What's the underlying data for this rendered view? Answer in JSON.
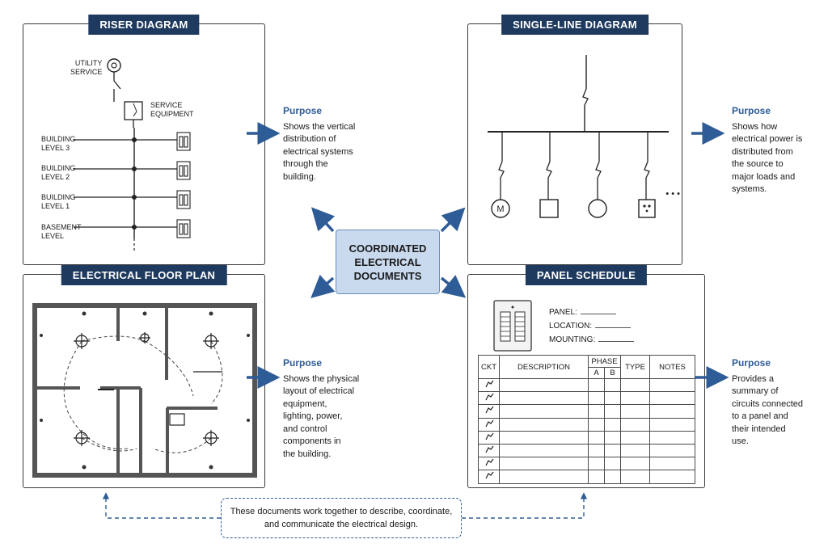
{
  "center": {
    "line1": "COORDINATED",
    "line2": "ELECTRICAL",
    "line3": "DOCUMENTS"
  },
  "riser": {
    "title": "RISER DIAGRAM",
    "utility": [
      "UTILITY",
      "SERVICE"
    ],
    "service_equipment": [
      "SERVICE",
      "EQUIPMENT"
    ],
    "levels": [
      [
        "BUILDING",
        "LEVEL 3"
      ],
      [
        "BUILDING",
        "LEVEL 2"
      ],
      [
        "BUILDING",
        "LEVEL 1"
      ],
      [
        "BASEMENT",
        "LEVEL"
      ]
    ],
    "purpose_heading": "Purpose",
    "purpose_lines": [
      "Shows the vertical",
      "distribution of",
      "electrical systems",
      "through the",
      "building."
    ]
  },
  "single_line": {
    "title": "SINGLE-LINE DIAGRAM",
    "motor_symbol": "M",
    "ellipsis": "• • •",
    "purpose_heading": "Purpose",
    "purpose_lines": [
      "Shows how",
      "electrical power is",
      "distributed from",
      "the source to",
      "major loads and",
      "systems."
    ]
  },
  "floor_plan": {
    "title": "ELECTRICAL FLOOR PLAN",
    "purpose_heading": "Purpose",
    "purpose_lines": [
      "Shows the physical",
      "layout of electrical",
      "equipment,",
      "lighting, power,",
      "and control",
      "components in",
      "the building."
    ]
  },
  "panel_schedule": {
    "title": "PANEL SCHEDULE",
    "fields": [
      "PANEL:",
      "LOCATION:",
      "MOUNTING:"
    ],
    "columns": {
      "ckt": "CKT",
      "description": "DESCRIPTION",
      "phase": "PHASE",
      "a": "A",
      "b": "B",
      "type": "TYPE",
      "notes": "NOTES"
    },
    "row_count": 8,
    "purpose_heading": "Purpose",
    "purpose_lines": [
      "Provides a",
      "summary of",
      "circuits connected",
      "to a panel and",
      "their intended",
      "use."
    ]
  },
  "footer": {
    "line1": "These documents work together to describe, coordinate,",
    "line2": "and communicate the electrical design."
  },
  "colors": {
    "title_bg": "#1f3a5f",
    "accent": "#2e5c96",
    "center_fill": "#c9daef"
  }
}
